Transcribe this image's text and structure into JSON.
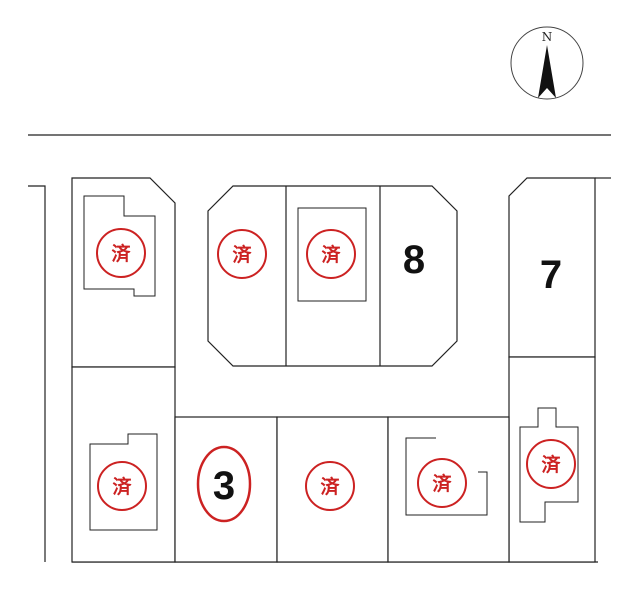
{
  "compass": {
    "label": "N"
  },
  "sold_mark": {
    "text": "済",
    "color": "#cc2222"
  },
  "lots": [
    {
      "id": "lot-top-left",
      "status": "sold"
    },
    {
      "id": "lot-center-left",
      "status": "sold"
    },
    {
      "id": "lot-center-middle",
      "status": "sold"
    },
    {
      "id": "lot-8",
      "number": "8",
      "status": "available"
    },
    {
      "id": "lot-7",
      "number": "7",
      "status": "available"
    },
    {
      "id": "lot-bottom-left",
      "status": "sold"
    },
    {
      "id": "lot-3",
      "number": "3",
      "status": "available",
      "highlight_color": "#cc2222"
    },
    {
      "id": "lot-bottom-center",
      "status": "sold"
    },
    {
      "id": "lot-bottom-right",
      "status": "sold"
    },
    {
      "id": "lot-right-lower",
      "status": "sold"
    }
  ],
  "colors": {
    "line": "#222222",
    "sold": "#cc2222"
  }
}
